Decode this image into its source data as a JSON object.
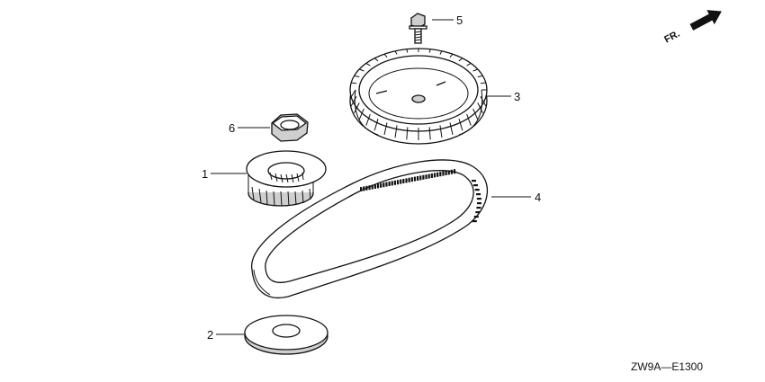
{
  "direction_marker": {
    "label": "FR.",
    "icon": "front-arrow-icon"
  },
  "diagram_code": "ZW9A—E1300",
  "parts": [
    {
      "callout": "1",
      "name": "drive-pulley"
    },
    {
      "callout": "2",
      "name": "washer"
    },
    {
      "callout": "3",
      "name": "driven-pulley"
    },
    {
      "callout": "4",
      "name": "timing-belt"
    },
    {
      "callout": "5",
      "name": "flange-bolt"
    },
    {
      "callout": "6",
      "name": "lock-nut"
    }
  ],
  "colors": {
    "line": "#111111",
    "background": "#ffffff",
    "shade": "#cfcfcf"
  }
}
